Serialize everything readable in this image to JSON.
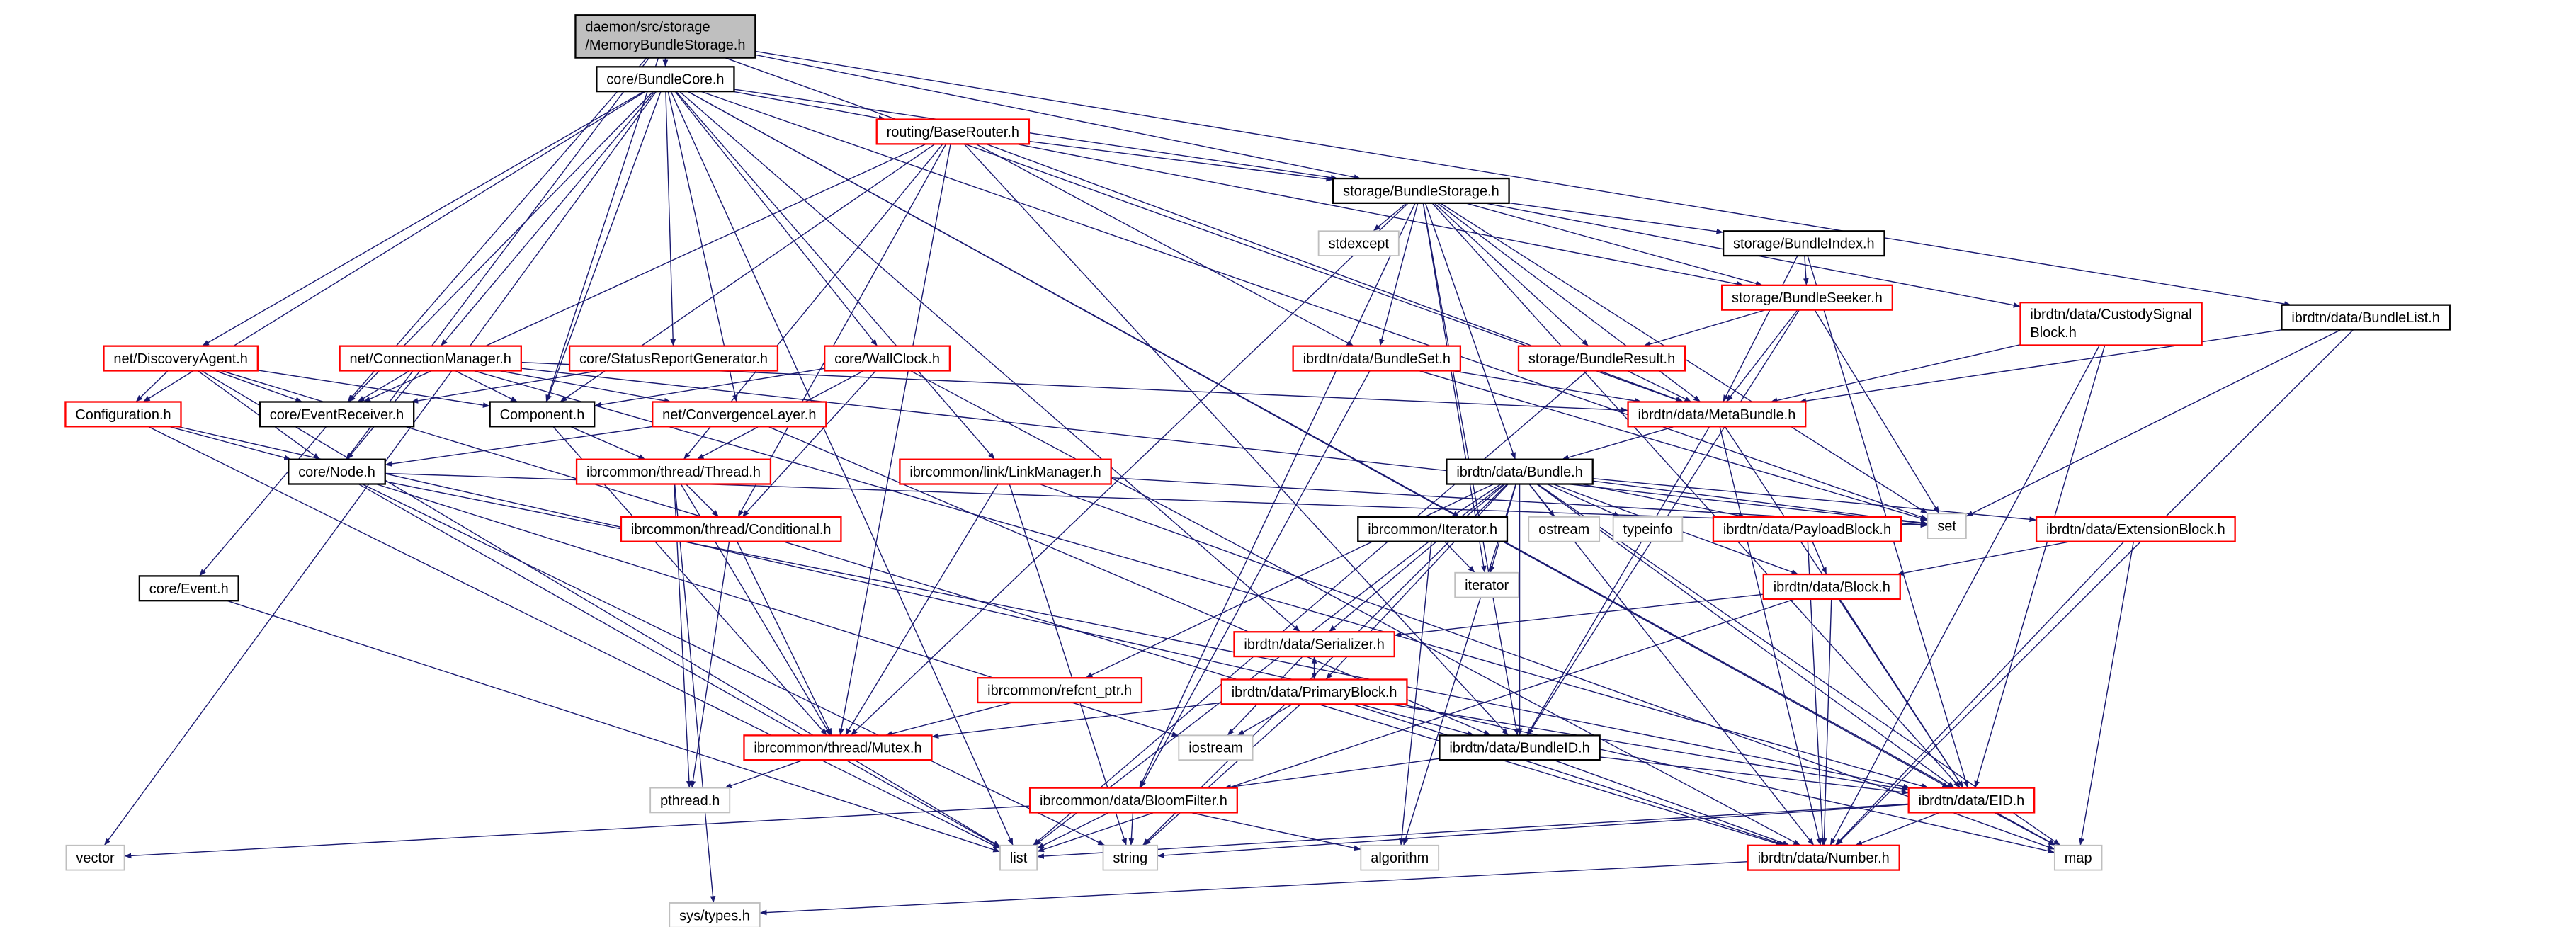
{
  "title": "daemon/src/storage/MemoryBundleStorage.h",
  "colors": {
    "edge": "#191970",
    "root_fill": "#bfbfbf",
    "truncated_border": "#ff0000",
    "normal_border": "#000000",
    "system_border": "#bfbfbf"
  },
  "nodes": [
    {
      "id": "mbs",
      "label": "daemon/src/storage",
      "label2": "/MemoryBundleStorage.h",
      "kind": "root"
    },
    {
      "id": "core",
      "label": "core/BundleCore.h",
      "kind": "normal"
    },
    {
      "id": "router",
      "label": "routing/BaseRouter.h",
      "kind": "truncated"
    },
    {
      "id": "bstorage",
      "label": "storage/BundleStorage.h",
      "kind": "normal"
    },
    {
      "id": "stdexcept",
      "label": "stdexcept",
      "kind": "system"
    },
    {
      "id": "bindex",
      "label": "storage/BundleIndex.h",
      "kind": "normal"
    },
    {
      "id": "bseeker",
      "label": "storage/BundleSeeker.h",
      "kind": "truncated"
    },
    {
      "id": "custody",
      "label": "ibrdtn/data/CustodySignal",
      "label2": "Block.h",
      "kind": "truncated"
    },
    {
      "id": "blist",
      "label": "ibrdtn/data/BundleList.h",
      "kind": "normal"
    },
    {
      "id": "discovery",
      "label": "net/DiscoveryAgent.h",
      "kind": "truncated"
    },
    {
      "id": "connmgr",
      "label": "net/ConnectionManager.h",
      "kind": "truncated"
    },
    {
      "id": "srg",
      "label": "core/StatusReportGenerator.h",
      "kind": "truncated"
    },
    {
      "id": "wallclock",
      "label": "core/WallClock.h",
      "kind": "truncated"
    },
    {
      "id": "bset",
      "label": "ibrdtn/data/BundleSet.h",
      "kind": "truncated"
    },
    {
      "id": "bresult",
      "label": "storage/BundleResult.h",
      "kind": "truncated"
    },
    {
      "id": "config",
      "label": "Configuration.h",
      "kind": "truncated"
    },
    {
      "id": "evrecv",
      "label": "core/EventReceiver.h",
      "kind": "normal"
    },
    {
      "id": "component",
      "label": "Component.h",
      "kind": "normal"
    },
    {
      "id": "convlayer",
      "label": "net/ConvergenceLayer.h",
      "kind": "truncated"
    },
    {
      "id": "metabundle",
      "label": "ibrdtn/data/MetaBundle.h",
      "kind": "truncated"
    },
    {
      "id": "node",
      "label": "core/Node.h",
      "kind": "normal"
    },
    {
      "id": "thread",
      "label": "ibrcommon/thread/Thread.h",
      "kind": "truncated"
    },
    {
      "id": "linkmgr",
      "label": "ibrcommon/link/LinkManager.h",
      "kind": "truncated"
    },
    {
      "id": "bundle",
      "label": "ibrdtn/data/Bundle.h",
      "kind": "normal"
    },
    {
      "id": "set",
      "label": "set",
      "kind": "system"
    },
    {
      "id": "conditional",
      "label": "ibrcommon/thread/Conditional.h",
      "kind": "truncated"
    },
    {
      "id": "Iterator",
      "label": "ibrcommon/Iterator.h",
      "kind": "normal"
    },
    {
      "id": "ostream",
      "label": "ostream",
      "kind": "system"
    },
    {
      "id": "typeinfo",
      "label": "typeinfo",
      "kind": "system"
    },
    {
      "id": "payload",
      "label": "ibrdtn/data/PayloadBlock.h",
      "kind": "truncated"
    },
    {
      "id": "extblock",
      "label": "ibrdtn/data/ExtensionBlock.h",
      "kind": "truncated"
    },
    {
      "id": "event",
      "label": "core/Event.h",
      "kind": "normal"
    },
    {
      "id": "iterator",
      "label": "iterator",
      "kind": "system"
    },
    {
      "id": "block",
      "label": "ibrdtn/data/Block.h",
      "kind": "truncated"
    },
    {
      "id": "serializer",
      "label": "ibrdtn/data/Serializer.h",
      "kind": "truncated"
    },
    {
      "id": "refcnt",
      "label": "ibrcommon/refcnt_ptr.h",
      "kind": "truncated"
    },
    {
      "id": "primary",
      "label": "ibrdtn/data/PrimaryBlock.h",
      "kind": "truncated"
    },
    {
      "id": "mutex",
      "label": "ibrcommon/thread/Mutex.h",
      "kind": "truncated"
    },
    {
      "id": "iostream",
      "label": "iostream",
      "kind": "system"
    },
    {
      "id": "bundleid",
      "label": "ibrdtn/data/BundleID.h",
      "kind": "normal"
    },
    {
      "id": "pthread",
      "label": "pthread.h",
      "kind": "system"
    },
    {
      "id": "bloom",
      "label": "ibrcommon/data/BloomFilter.h",
      "kind": "truncated"
    },
    {
      "id": "eid",
      "label": "ibrdtn/data/EID.h",
      "kind": "truncated"
    },
    {
      "id": "vector",
      "label": "vector",
      "kind": "system"
    },
    {
      "id": "list",
      "label": "list",
      "kind": "system"
    },
    {
      "id": "string",
      "label": "string",
      "kind": "system"
    },
    {
      "id": "algorithm",
      "label": "algorithm",
      "kind": "system"
    },
    {
      "id": "number",
      "label": "ibrdtn/data/Number.h",
      "kind": "truncated"
    },
    {
      "id": "map",
      "label": "map",
      "kind": "system"
    },
    {
      "id": "systypes",
      "label": "sys/types.h",
      "kind": "system"
    }
  ],
  "edges": [
    [
      "mbs",
      "core"
    ],
    [
      "mbs",
      "bstorage"
    ],
    [
      "mbs",
      "blist"
    ],
    [
      "mbs",
      "metabundle"
    ],
    [
      "mbs",
      "evrecv"
    ],
    [
      "mbs",
      "component"
    ],
    [
      "mbs",
      "node"
    ],
    [
      "core",
      "router"
    ],
    [
      "core",
      "bstorage"
    ],
    [
      "core",
      "vector"
    ],
    [
      "core",
      "config"
    ],
    [
      "core",
      "discovery"
    ],
    [
      "core",
      "connmgr"
    ],
    [
      "core",
      "srg"
    ],
    [
      "core",
      "wallclock"
    ],
    [
      "core",
      "evrecv"
    ],
    [
      "core",
      "component"
    ],
    [
      "core",
      "convlayer"
    ],
    [
      "core",
      "linkmgr"
    ],
    [
      "core",
      "serializer"
    ],
    [
      "core",
      "set"
    ],
    [
      "core",
      "map"
    ],
    [
      "core",
      "eid"
    ],
    [
      "core",
      "list"
    ],
    [
      "router",
      "bstorage"
    ],
    [
      "router",
      "evrecv"
    ],
    [
      "router",
      "thread"
    ],
    [
      "router",
      "conditional"
    ],
    [
      "router",
      "mutex"
    ],
    [
      "router",
      "bset"
    ],
    [
      "router",
      "metabundle"
    ],
    [
      "router",
      "bseeker"
    ],
    [
      "router",
      "component"
    ],
    [
      "router",
      "bundleid"
    ],
    [
      "bstorage",
      "stdexcept"
    ],
    [
      "bstorage",
      "bindex"
    ],
    [
      "bstorage",
      "bseeker"
    ],
    [
      "bstorage",
      "custody"
    ],
    [
      "bstorage",
      "bset"
    ],
    [
      "bstorage",
      "bresult"
    ],
    [
      "bstorage",
      "metabundle"
    ],
    [
      "bstorage",
      "bundle"
    ],
    [
      "bstorage",
      "iterator"
    ],
    [
      "bstorage",
      "set"
    ],
    [
      "bstorage",
      "eid"
    ],
    [
      "bstorage",
      "bloom"
    ],
    [
      "bstorage",
      "mutex"
    ],
    [
      "bstorage",
      "bundleid"
    ],
    [
      "bindex",
      "bseeker"
    ],
    [
      "bindex",
      "metabundle"
    ],
    [
      "bindex",
      "eid"
    ],
    [
      "bseeker",
      "bresult"
    ],
    [
      "bseeker",
      "metabundle"
    ],
    [
      "bseeker",
      "set"
    ],
    [
      "bseeker",
      "bundleid"
    ],
    [
      "bresult",
      "metabundle"
    ],
    [
      "bresult",
      "list"
    ],
    [
      "bset",
      "metabundle"
    ],
    [
      "bset",
      "bloom"
    ],
    [
      "bset",
      "set"
    ],
    [
      "custody",
      "metabundle"
    ],
    [
      "custody",
      "eid"
    ],
    [
      "custody",
      "number"
    ],
    [
      "blist",
      "metabundle"
    ],
    [
      "blist",
      "set"
    ],
    [
      "blist",
      "number"
    ],
    [
      "metabundle",
      "bundle"
    ],
    [
      "metabundle",
      "bundleid"
    ],
    [
      "metabundle",
      "number"
    ],
    [
      "metabundle",
      "eid"
    ],
    [
      "discovery",
      "config"
    ],
    [
      "discovery",
      "evrecv"
    ],
    [
      "discovery",
      "component"
    ],
    [
      "discovery",
      "node"
    ],
    [
      "discovery",
      "list"
    ],
    [
      "discovery",
      "number"
    ],
    [
      "connmgr",
      "evrecv"
    ],
    [
      "connmgr",
      "component"
    ],
    [
      "connmgr",
      "convlayer"
    ],
    [
      "connmgr",
      "node"
    ],
    [
      "connmgr",
      "metabundle"
    ],
    [
      "connmgr",
      "eid"
    ],
    [
      "connmgr",
      "set"
    ],
    [
      "srg",
      "evrecv"
    ],
    [
      "wallclock",
      "component"
    ],
    [
      "wallclock",
      "thread"
    ],
    [
      "wallclock",
      "conditional"
    ],
    [
      "wallclock",
      "number"
    ],
    [
      "config",
      "node"
    ],
    [
      "config",
      "list"
    ],
    [
      "config",
      "map"
    ],
    [
      "evrecv",
      "event"
    ],
    [
      "event",
      "list"
    ],
    [
      "component",
      "thread"
    ],
    [
      "component",
      "mutex"
    ],
    [
      "convlayer",
      "node"
    ],
    [
      "convlayer",
      "bundleid"
    ],
    [
      "node",
      "set"
    ],
    [
      "node",
      "list"
    ],
    [
      "node",
      "string"
    ],
    [
      "node",
      "eid"
    ],
    [
      "node",
      "iostream"
    ],
    [
      "thread",
      "conditional"
    ],
    [
      "thread",
      "mutex"
    ],
    [
      "thread",
      "pthread"
    ],
    [
      "thread",
      "systypes"
    ],
    [
      "linkmgr",
      "set"
    ],
    [
      "linkmgr",
      "mutex"
    ],
    [
      "linkmgr",
      "string"
    ],
    [
      "linkmgr",
      "map"
    ],
    [
      "conditional",
      "mutex"
    ],
    [
      "conditional",
      "pthread"
    ],
    [
      "bundle",
      "set"
    ],
    [
      "bundle",
      "iterator"
    ],
    [
      "bundle",
      "Iterator"
    ],
    [
      "bundle",
      "ostream"
    ],
    [
      "bundle",
      "typeinfo"
    ],
    [
      "bundle",
      "payload"
    ],
    [
      "bundle",
      "extblock"
    ],
    [
      "bundle",
      "block"
    ],
    [
      "bundle",
      "serializer"
    ],
    [
      "bundle",
      "refcnt"
    ],
    [
      "bundle",
      "primary"
    ],
    [
      "bundle",
      "bundleid"
    ],
    [
      "bundle",
      "eid"
    ],
    [
      "bundle",
      "number"
    ],
    [
      "bundle",
      "list"
    ],
    [
      "bundle",
      "algorithm"
    ],
    [
      "bundle",
      "string"
    ],
    [
      "bundle",
      "map"
    ],
    [
      "Iterator",
      "iterator"
    ],
    [
      "Iterator",
      "algorithm"
    ],
    [
      "payload",
      "block"
    ],
    [
      "payload",
      "number"
    ],
    [
      "extblock",
      "block"
    ],
    [
      "extblock",
      "number"
    ],
    [
      "extblock",
      "map"
    ],
    [
      "block",
      "serializer"
    ],
    [
      "block",
      "eid"
    ],
    [
      "block",
      "number"
    ],
    [
      "block",
      "list"
    ],
    [
      "serializer",
      "primary"
    ],
    [
      "serializer",
      "iostream"
    ],
    [
      "primary",
      "serializer"
    ],
    [
      "primary",
      "mutex"
    ],
    [
      "primary",
      "iostream"
    ],
    [
      "primary",
      "bundleid"
    ],
    [
      "primary",
      "eid"
    ],
    [
      "primary",
      "number"
    ],
    [
      "primary",
      "string"
    ],
    [
      "refcnt",
      "mutex"
    ],
    [
      "mutex",
      "pthread"
    ],
    [
      "bundleid",
      "bloom"
    ],
    [
      "bundleid",
      "eid"
    ],
    [
      "bundleid",
      "number"
    ],
    [
      "bloom",
      "vector"
    ],
    [
      "bloom",
      "list"
    ],
    [
      "bloom",
      "string"
    ],
    [
      "bloom",
      "algorithm"
    ],
    [
      "eid",
      "number"
    ],
    [
      "eid",
      "list"
    ],
    [
      "eid",
      "string"
    ],
    [
      "eid",
      "map"
    ],
    [
      "number",
      "systypes"
    ]
  ]
}
